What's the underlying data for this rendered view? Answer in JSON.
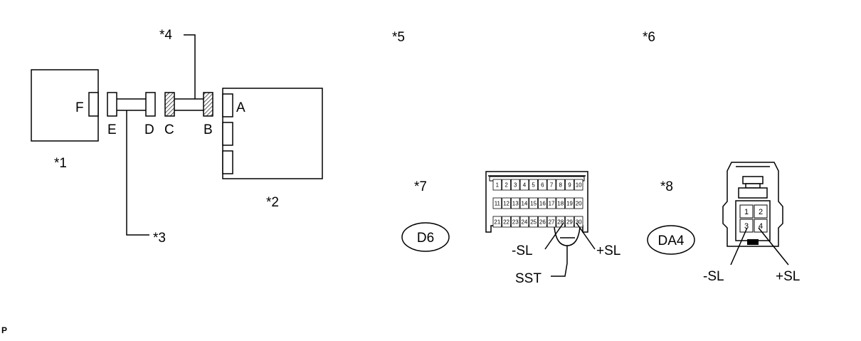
{
  "callouts": {
    "c1": "*1",
    "c2": "*2",
    "c3": "*3",
    "c4": "*4",
    "c5": "*5",
    "c6": "*6",
    "c7": "*7",
    "c8": "*8"
  },
  "connector_letters": {
    "A": "A",
    "B": "B",
    "C": "C",
    "D": "D",
    "E": "E",
    "F": "F"
  },
  "badges": {
    "d6": "D6",
    "da4": "DA4"
  },
  "terminals": {
    "d6_neg": "-SL",
    "d6_pos": "+SL",
    "sst": "SST",
    "da4_neg": "-SL",
    "da4_pos": "+SL"
  },
  "d6_pins": [
    "1",
    "2",
    "3",
    "4",
    "5",
    "6",
    "7",
    "8",
    "9",
    "10",
    "11",
    "12",
    "13",
    "14",
    "15",
    "16",
    "17",
    "18",
    "19",
    "20",
    "21",
    "22",
    "23",
    "24",
    "25",
    "26",
    "27",
    "28",
    "29",
    "30"
  ],
  "da4_pins": [
    "1",
    "2",
    "3",
    "4"
  ],
  "footer_mark": "P"
}
